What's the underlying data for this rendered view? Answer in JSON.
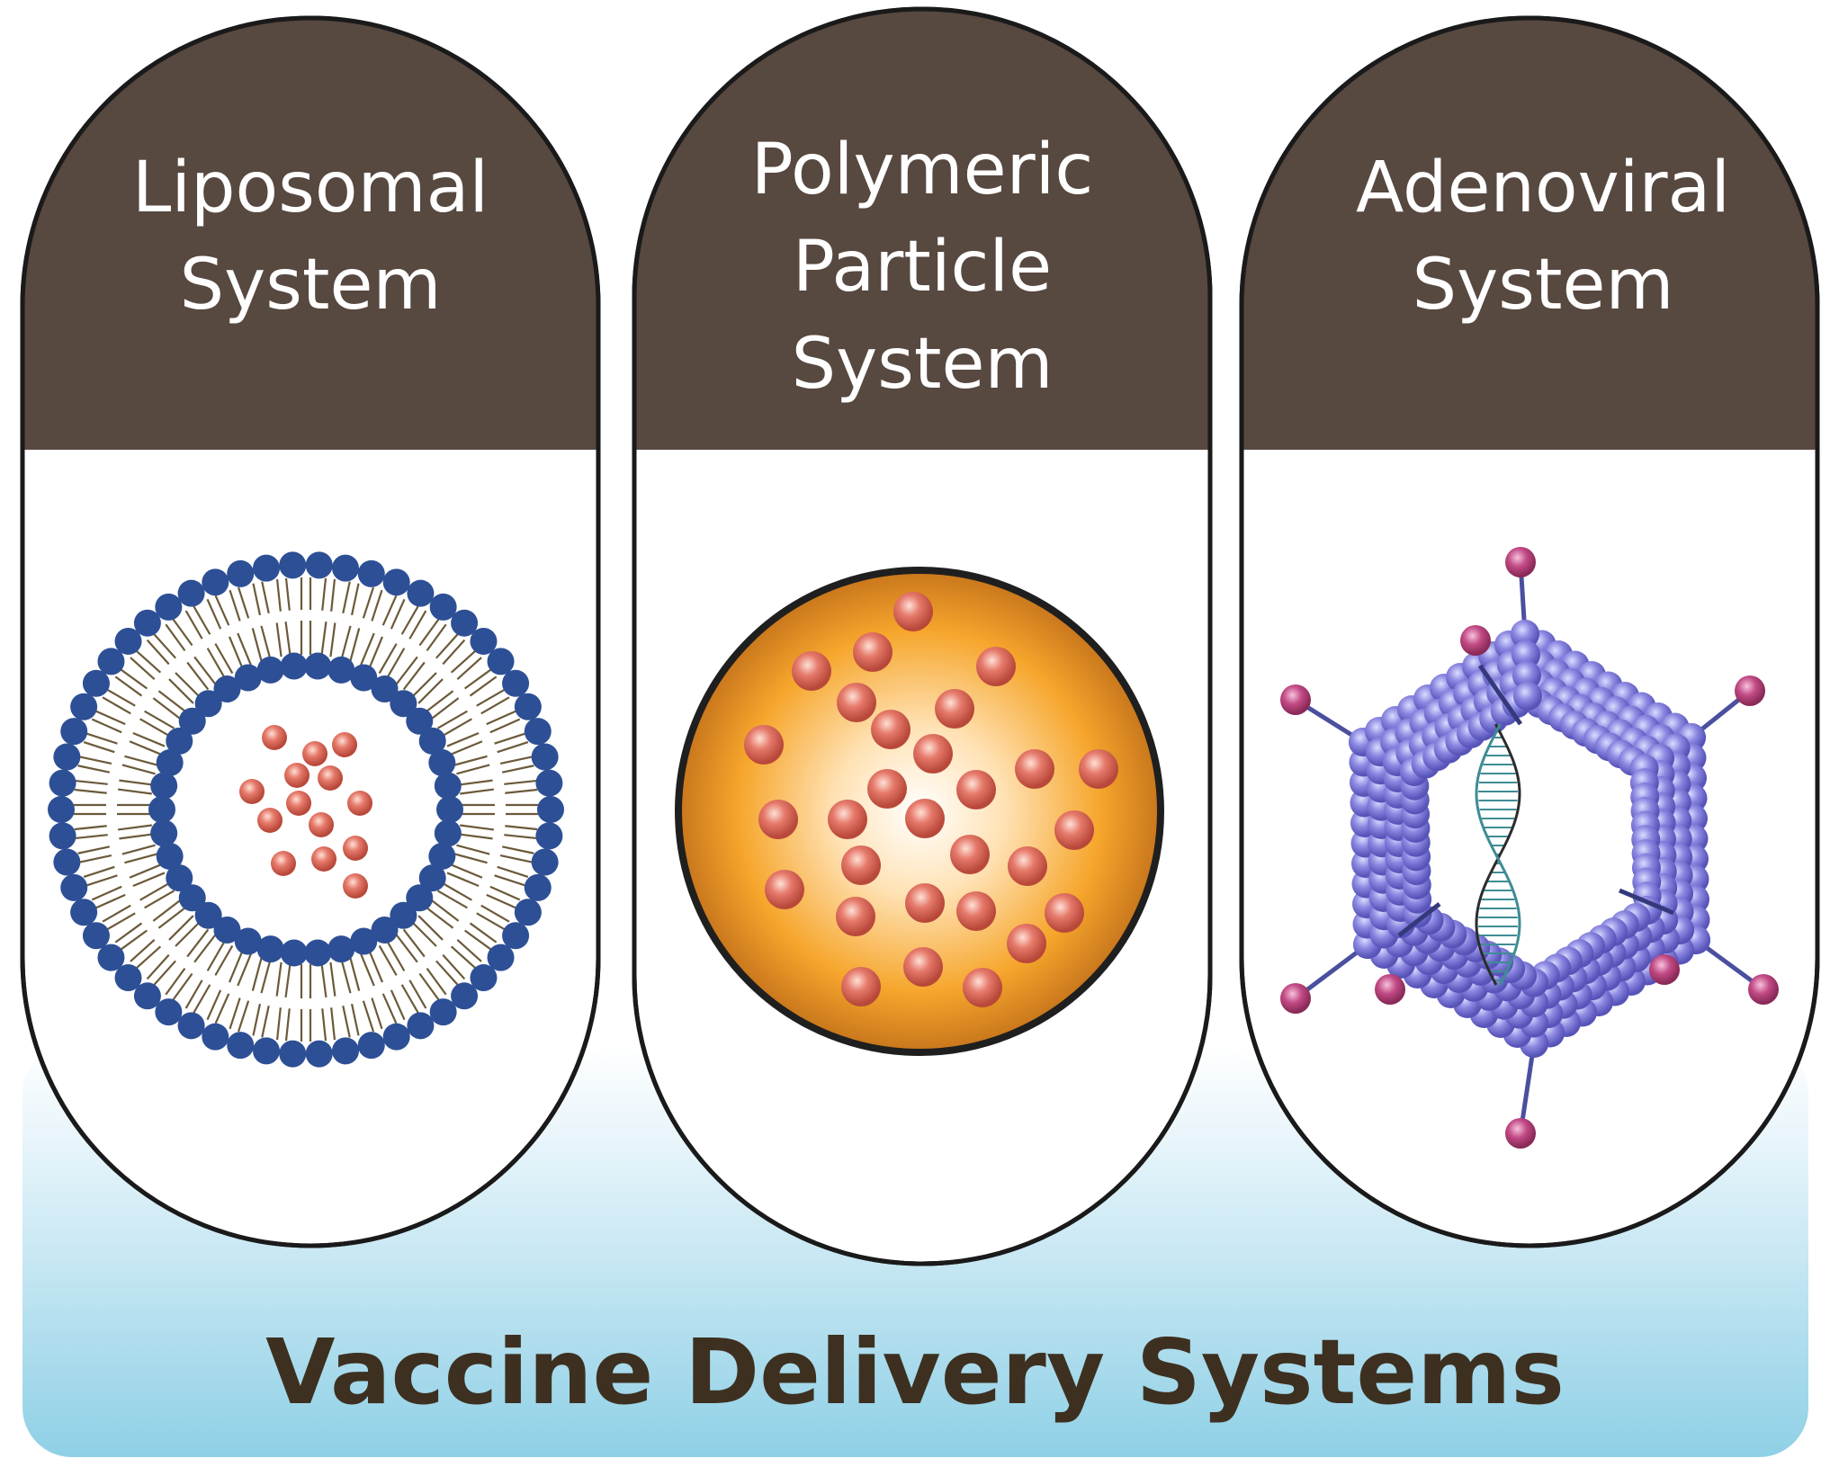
{
  "figure": {
    "banner_label": "Vaccine Delivery Systems",
    "colors": {
      "header_brown": "#574840",
      "capsule_outline": "#1a1a1a",
      "banner_top": "#ffffff",
      "banner_bottom": "#8fd0e6",
      "banner_text": "#3d3020",
      "lipid_head_blue": "#2d4f95",
      "lipid_tail": "#6b5a3a",
      "cargo_red": "#d9604a",
      "polymer_orange": "#f6a62c",
      "virus_capsomer": "#8a86e0",
      "fiber_knob": "#b83c73",
      "dna_teal": "#3f8c94"
    }
  },
  "capsules": [
    {
      "title_lines": [
        "Liposomal",
        "System"
      ],
      "illustration": "liposome-icon"
    },
    {
      "title_lines": [
        "Polymeric",
        "Particle",
        "System"
      ],
      "illustration": "polymeric-particle-icon"
    },
    {
      "title_lines": [
        "Adenoviral",
        "System"
      ],
      "illustration": "adenovirus-icon"
    }
  ]
}
